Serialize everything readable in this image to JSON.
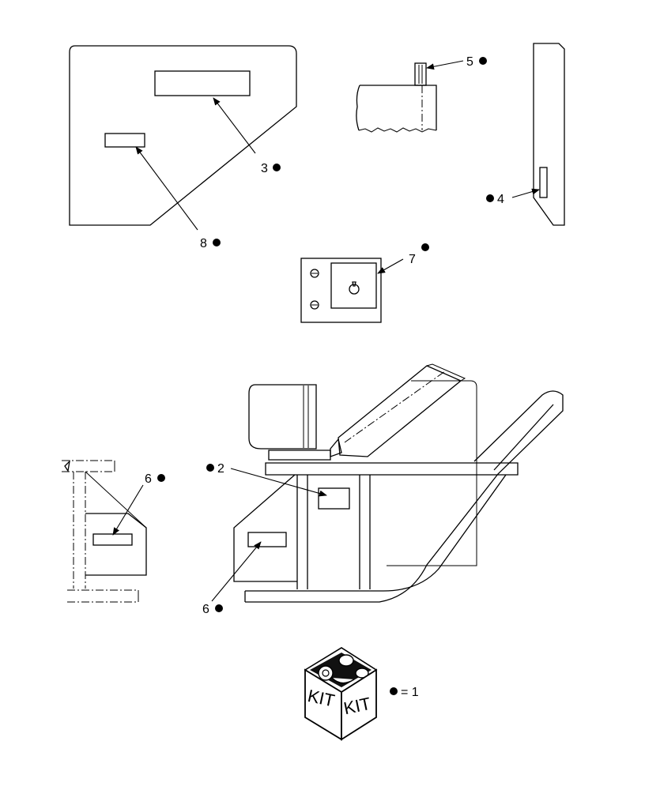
{
  "callouts": [
    {
      "id": "c3",
      "label": "3"
    },
    {
      "id": "c8",
      "label": "8"
    },
    {
      "id": "c5",
      "label": "5"
    },
    {
      "id": "c4",
      "label": "4"
    },
    {
      "id": "c7",
      "label": "7"
    },
    {
      "id": "c2",
      "label": "2"
    },
    {
      "id": "c6a",
      "label": "6"
    },
    {
      "id": "c6b",
      "label": "6"
    }
  ],
  "kit": {
    "face_left": "KIT",
    "face_right": "KIT",
    "legend": "= 1"
  },
  "colors": {
    "ink": "#000000",
    "paper": "#ffffff"
  }
}
